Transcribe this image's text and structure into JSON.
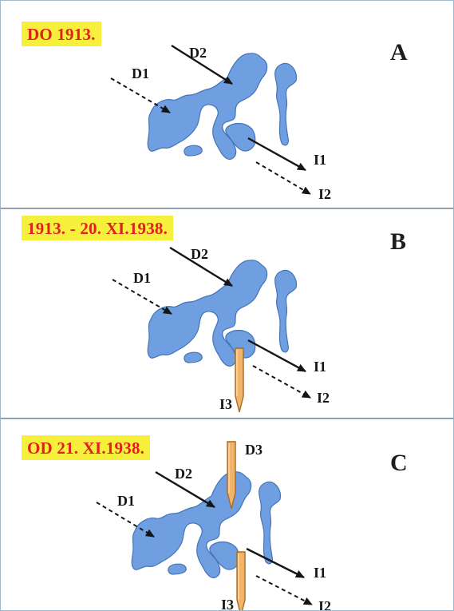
{
  "colors": {
    "cave_fill": "#6f9fe0",
    "cave_stroke": "#4474b8",
    "label_bg": "#f6ef3b",
    "label_text": "#e11f1f",
    "pipe_fill": "#f0b46a",
    "pipe_stroke": "#a86a22",
    "arrow": "#151515"
  },
  "panels": [
    {
      "period": "DO 1913.",
      "letter": "A",
      "labels": {
        "D1": "D1",
        "D2": "D2",
        "I1": "I1",
        "I2": "I2"
      }
    },
    {
      "period": "1913. - 20. XI.1938.",
      "letter": "B",
      "labels": {
        "D1": "D1",
        "D2": "D2",
        "I1": "I1",
        "I2": "I2",
        "I3": "I3"
      }
    },
    {
      "period": "OD 21. XI.1938.",
      "letter": "C",
      "labels": {
        "D1": "D1",
        "D2": "D2",
        "D3": "D3",
        "I1": "I1",
        "I2": "I2",
        "I3": "I3"
      }
    }
  ]
}
